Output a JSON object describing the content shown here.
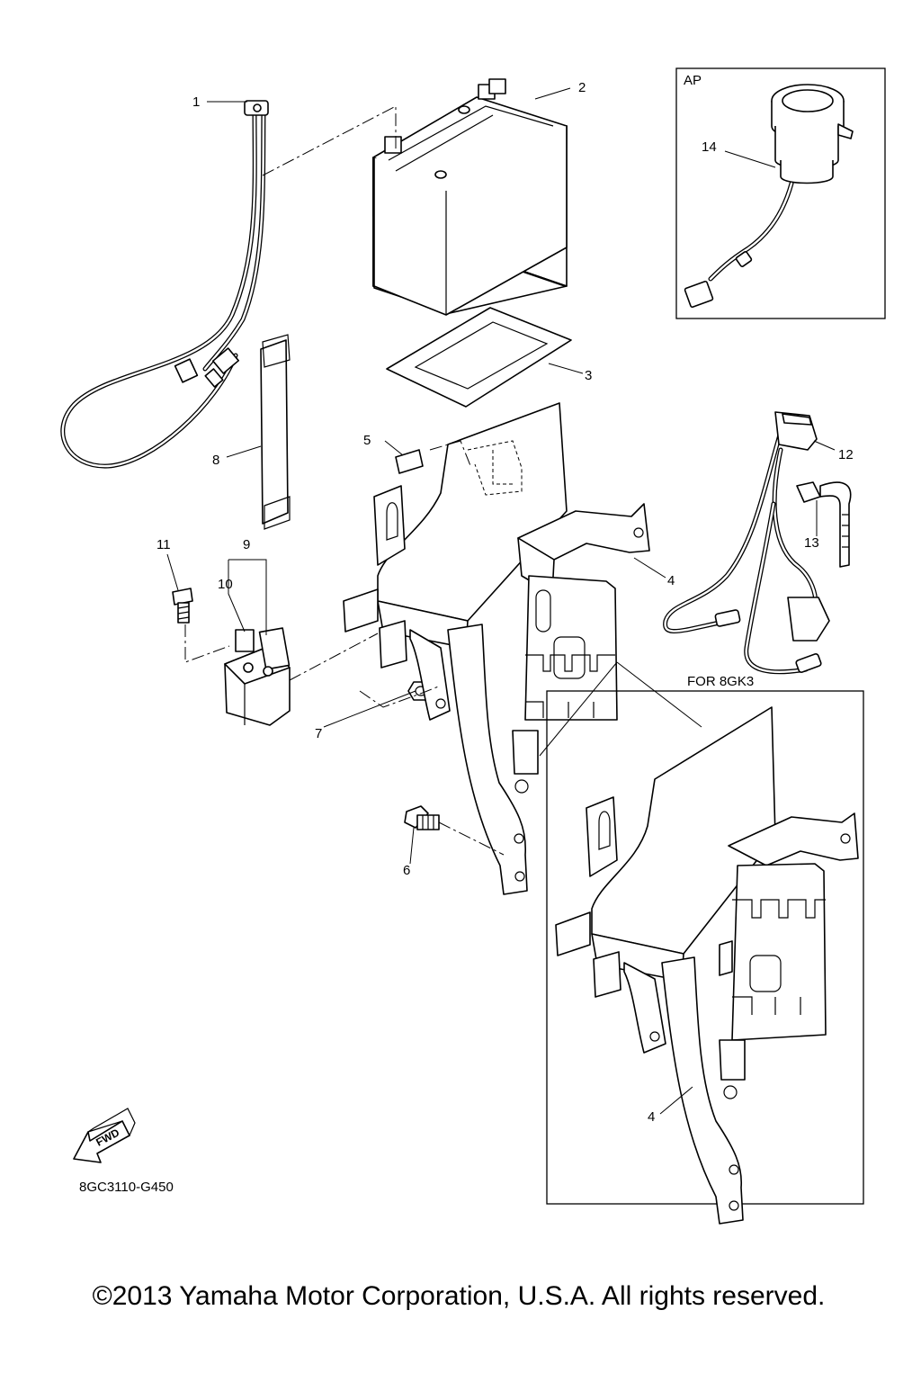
{
  "callouts": {
    "c1": "1",
    "c2": "2",
    "c3": "3",
    "c4a": "4",
    "c4b": "4",
    "c5": "5",
    "c6": "6",
    "c7": "7",
    "c8": "8",
    "c9": "9",
    "c10": "10",
    "c11": "11",
    "c12": "12",
    "c13": "13",
    "c14": "14"
  },
  "inset_ap": {
    "label": "AP"
  },
  "inset_variant": {
    "label": "FOR 8GK3"
  },
  "fwd_arrow": {
    "label": "FWD"
  },
  "diagram_code": "8GC3110-G450",
  "copyright": "©2013 Yamaha Motor Corporation, U.S.A. All rights reserved."
}
